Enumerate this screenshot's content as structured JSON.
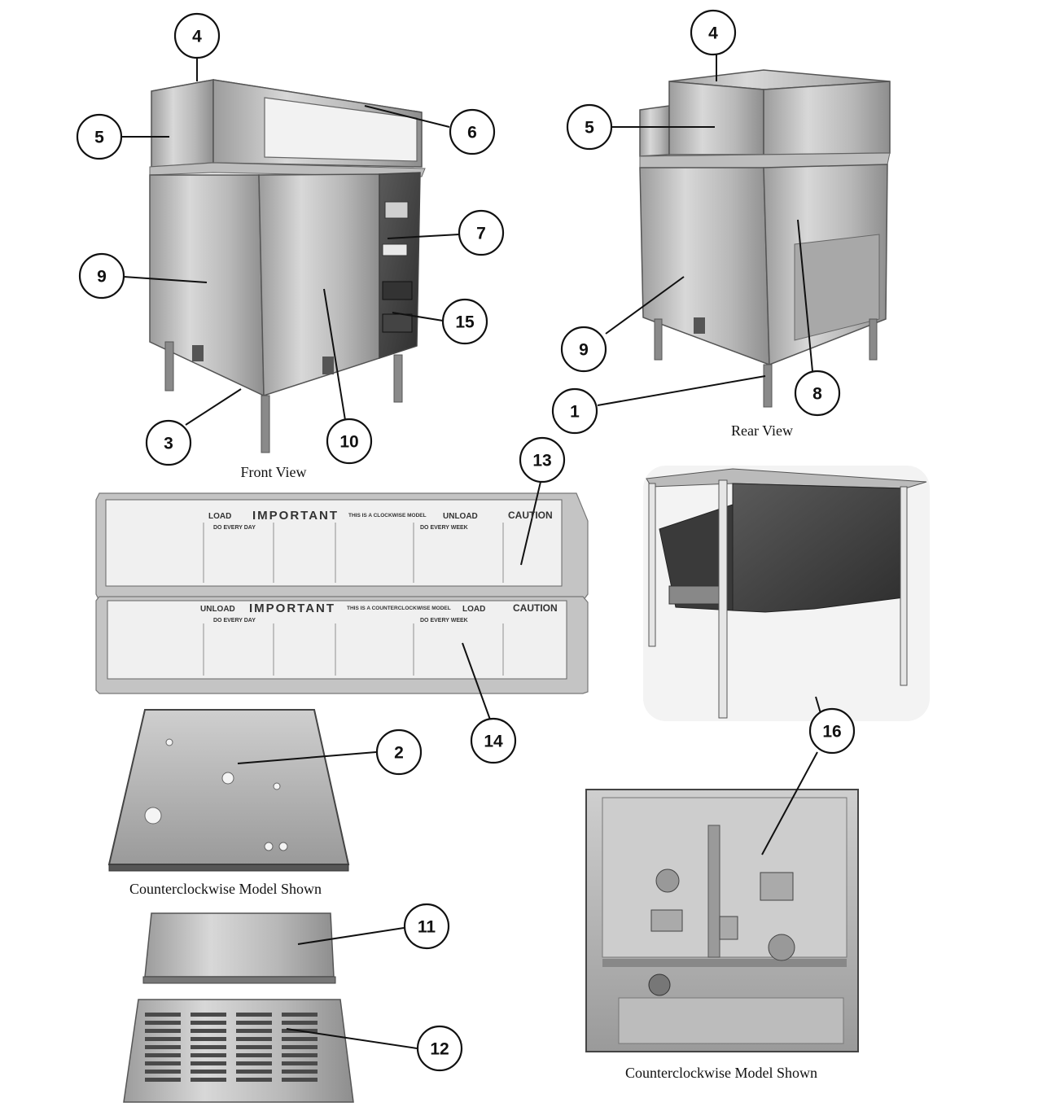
{
  "captions": {
    "front_view": "Front View",
    "rear_view": "Rear View",
    "base_caption": "Counterclockwise Model Shown",
    "tank_caption": "Counterclockwise Model Shown"
  },
  "callouts": {
    "front_4": "4",
    "front_5": "5",
    "front_6": "6",
    "front_7": "7",
    "front_9": "9",
    "front_15": "15",
    "front_3": "3",
    "front_10": "10",
    "rear_4": "4",
    "rear_5": "5",
    "rear_9": "9",
    "rear_8": "8",
    "rear_1": "1",
    "decal_13": "13",
    "decal_14": "14",
    "base_2": "2",
    "panel_11": "11",
    "louver_12": "12",
    "tank_16": "16"
  },
  "decals": {
    "clockwise": {
      "title": "IMPORTANT",
      "model": "THIS IS A CLOCKWISE MODEL",
      "left_tag": "LOAD",
      "right_tag": "UNLOAD",
      "warning": "CAUTION",
      "daily": "DO EVERY DAY",
      "weekly": "DO EVERY WEEK"
    },
    "counterclockwise": {
      "title": "IMPORTANT",
      "model": "THIS IS A COUNTERCLOCKWISE MODEL",
      "left_tag": "UNLOAD",
      "right_tag": "LOAD",
      "warning": "CAUTION",
      "daily": "DO EVERY DAY",
      "weekly": "DO EVERY WEEK"
    }
  },
  "colors": {
    "ink": "#111111",
    "steel_light": "#d6d6d6",
    "steel_dark": "#5a5a5a",
    "background": "#ffffff"
  }
}
